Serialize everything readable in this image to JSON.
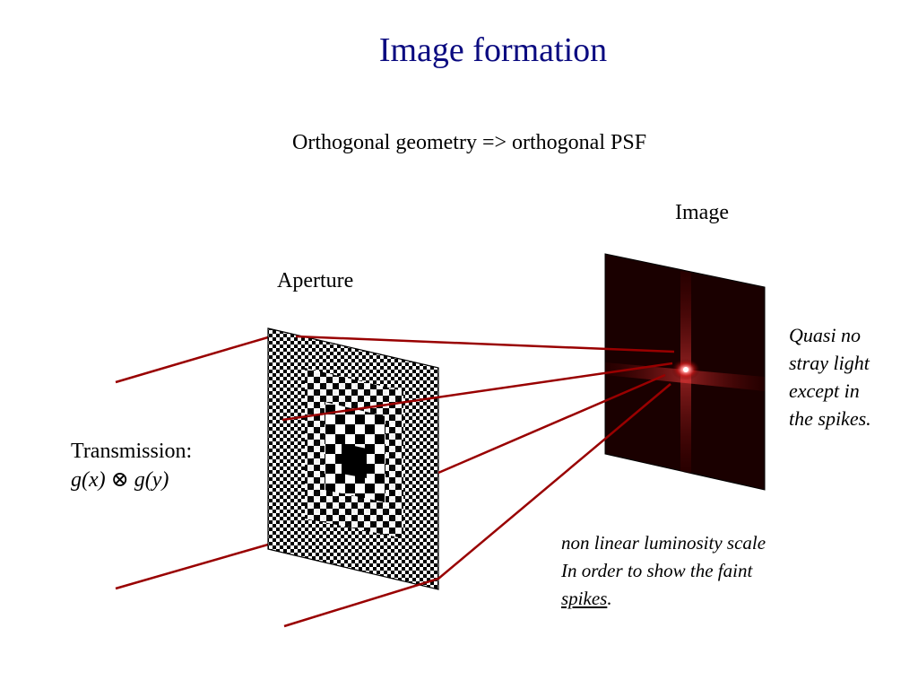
{
  "title": "Image formation",
  "subtitle": "Orthogonal geometry => orthogonal PSF",
  "labels": {
    "image": "Image",
    "aperture": "Aperture"
  },
  "transmission": {
    "label": "Transmission:",
    "formula": "g(x) ⊗ g(y)"
  },
  "notes": {
    "stray_light": [
      "Quasi no",
      "stray light",
      "except in",
      "the spikes."
    ],
    "luminosity": {
      "line1": "non linear luminosity scale",
      "line2": "In order to show the faint",
      "line3_underlined": "spikes",
      "line3_tail": "."
    }
  },
  "colors": {
    "title": "#0b0b80",
    "ray": "#990000",
    "image_bg": "#1a0000",
    "psf_glow": "#ff3030"
  }
}
